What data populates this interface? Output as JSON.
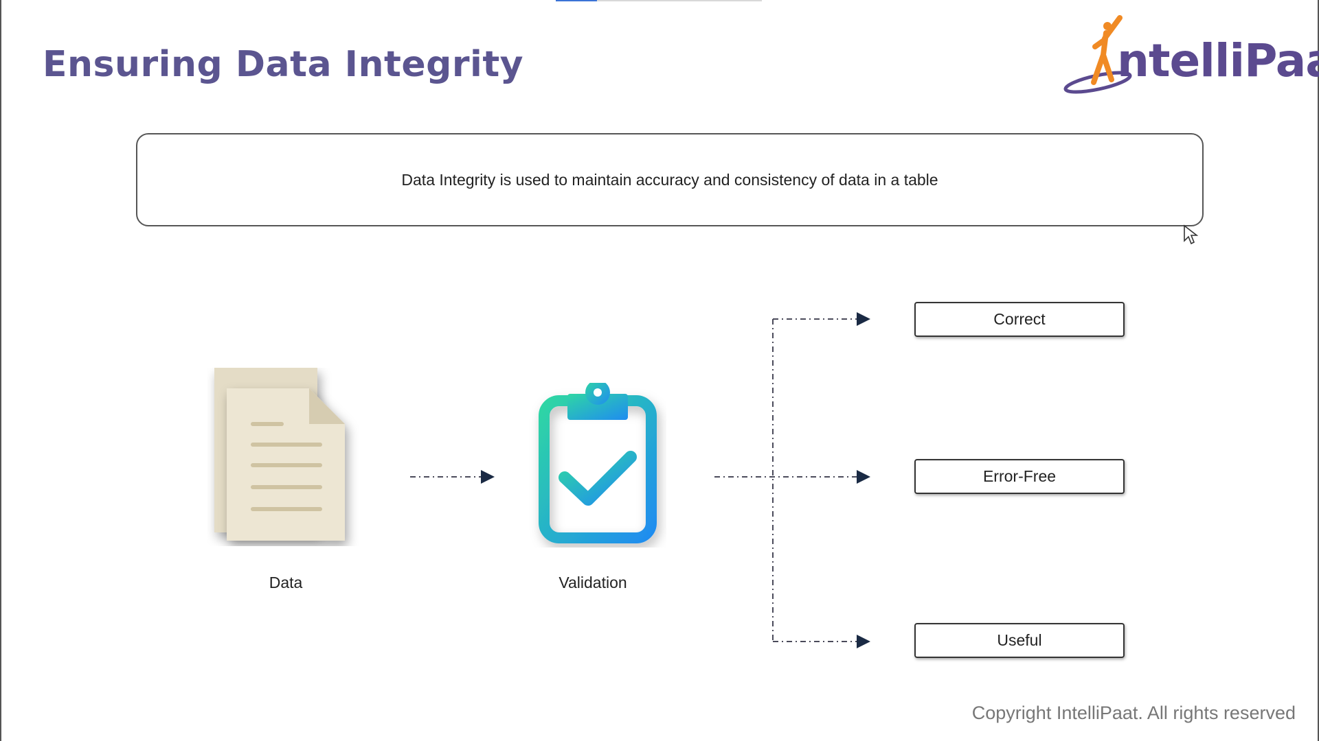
{
  "slide": {
    "title": "Ensuring Data Integrity",
    "definition": "Data Integrity is used to maintain accuracy and consistency of data in a table",
    "copyright": "Copyright IntelliPaat. All rights reserved"
  },
  "logo": {
    "text": "ntelliPaat",
    "brand_color": "#5b4a8f",
    "accent_color": "#f08a24"
  },
  "flow": {
    "source_label": "Data",
    "process_label": "Validation",
    "outcomes": [
      "Correct",
      "Error-Free",
      "Useful"
    ]
  },
  "colors": {
    "title": "#5b5590",
    "document": "#ede6d3",
    "clipboard_gradient": [
      "#2fd6a4",
      "#1f8cf0"
    ]
  },
  "icons": {
    "document": "document-icon",
    "clipboard": "clipboard-check-icon",
    "cursor": "mouse-cursor-icon"
  }
}
